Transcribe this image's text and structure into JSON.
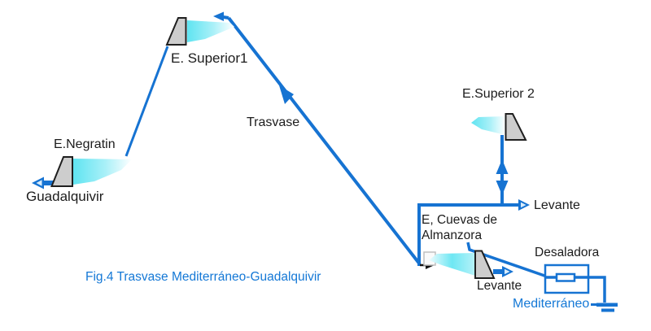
{
  "figure": {
    "caption": "Fig.4 Trasvase Mediterráneo-Guadalquivir",
    "type": "water-transfer-schematic"
  },
  "labels": {
    "negratin": "E.Negratin",
    "guadalquivir": "Guadalquivir",
    "superior1": "E. Superior1",
    "trasvase": "Trasvase",
    "superior2": "E.Superior 2",
    "levante_east": "Levante",
    "cuevas_line1": "E, Cuevas de",
    "cuevas_line2": "Almanzora",
    "desaladora": "Desaladora",
    "levante_south": "Levante",
    "mediterraneo": "Mediterráneo"
  },
  "edges": [
    {
      "from": "E, Cuevas de Almanzora",
      "to": "E. Superior1",
      "label": "Trasvase",
      "arrow": "toward E. Superior1"
    },
    {
      "from": "E. Superior1",
      "to": "E.Negratin",
      "arrow": "none"
    },
    {
      "from": "E.Negratin",
      "to": "Guadalquivir",
      "arrow": "out-left"
    },
    {
      "from": "E.Superior 2",
      "to": "Levante junction",
      "arrow": "both-ways"
    },
    {
      "from": "Levante junction",
      "to": "Levante",
      "arrow": "out-right"
    },
    {
      "from": "Levante junction",
      "to": "E, Cuevas de Almanzora",
      "arrow": "into reservoir"
    },
    {
      "from": "E, Cuevas de Almanzora",
      "to": "Levante",
      "arrow": "out-right"
    },
    {
      "from": "E, Cuevas de Almanzora",
      "to": "Desaladora",
      "arrow": "none"
    },
    {
      "from": "Desaladora",
      "to": "Mediterráneo (ground symbol)",
      "arrow": "none"
    }
  ],
  "colors": {
    "line_blue": "#1673d2",
    "caption_blue": "#1478d6",
    "water_cyan": "#66e6f2",
    "dam_gray": "#cdcdcd",
    "dam_outline": "#1f1f1f",
    "text_black": "#1c1c1c",
    "black_arrow": "#111111",
    "background": "#ffffff"
  }
}
